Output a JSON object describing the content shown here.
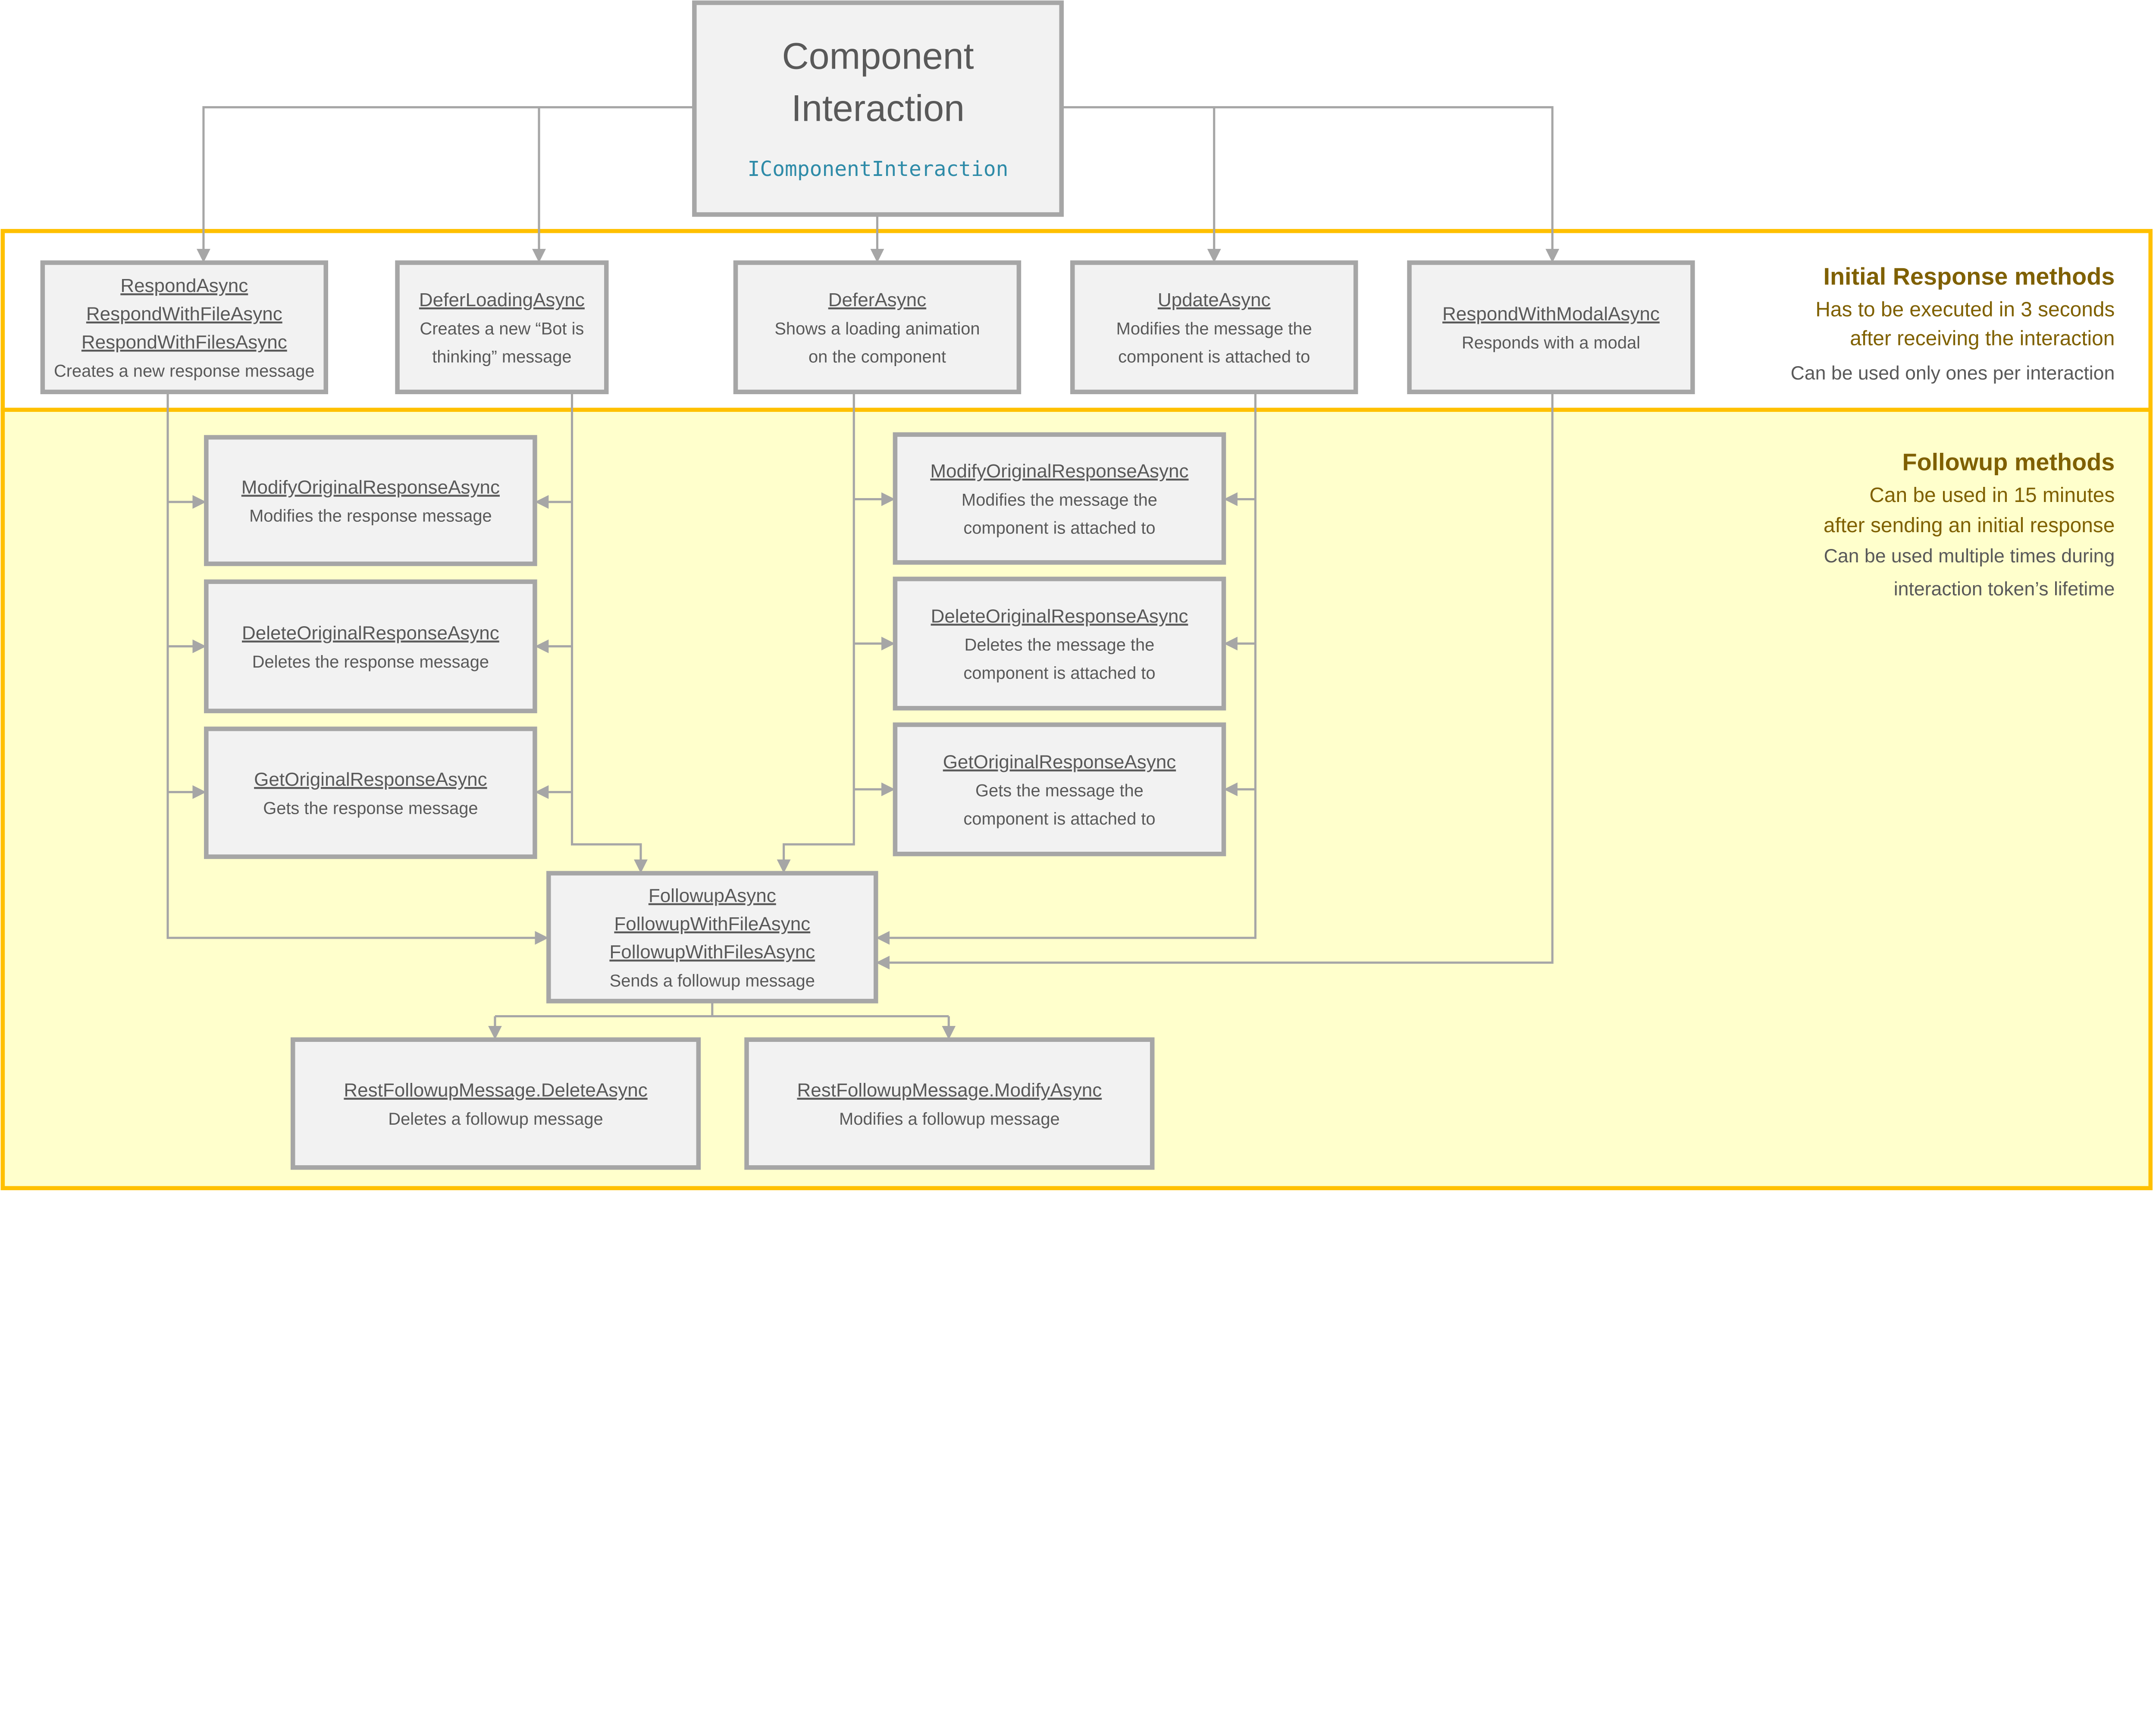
{
  "colors": {
    "section_border": "#FFC000",
    "followup_bg": "#FFFFCC",
    "box_fill": "#F2F2F2",
    "box_border": "#A6A6A6",
    "text": "#595959",
    "heading": "#7F6000",
    "code": "#2E8BA8"
  },
  "root": {
    "title_lines": [
      "Component",
      "Interaction"
    ],
    "interface": "IComponentInteraction"
  },
  "initial_section": {
    "heading": "Initial Response methods",
    "notes_accent": [
      "Has to be executed in 3 seconds",
      "after receiving the interaction"
    ],
    "note": "Can be used only ones per interaction"
  },
  "followup_section": {
    "heading": "Followup methods",
    "notes_accent": [
      "Can be used in 15 minutes",
      "after sending an initial response"
    ],
    "notes": [
      "Can be used multiple times during",
      "interaction token’s lifetime"
    ]
  },
  "boxes": {
    "respond": {
      "methods": [
        "RespondAsync",
        "RespondWithFileAsync",
        "RespondWithFilesAsync"
      ],
      "desc": [
        "Creates a new response message"
      ]
    },
    "defer_loading": {
      "methods": [
        "DeferLoadingAsync"
      ],
      "desc": [
        "Creates a new “Bot is",
        "thinking” message"
      ]
    },
    "defer": {
      "methods": [
        "DeferAsync"
      ],
      "desc": [
        "Shows a loading animation",
        "on the component"
      ]
    },
    "update": {
      "methods": [
        "UpdateAsync"
      ],
      "desc": [
        "Modifies the message the",
        "component is attached to"
      ]
    },
    "modal": {
      "methods": [
        "RespondWithModalAsync"
      ],
      "desc": [
        "Responds with a modal"
      ]
    },
    "left_modify": {
      "methods": [
        "ModifyOriginalResponseAsync"
      ],
      "desc": [
        "Modifies the response message"
      ]
    },
    "left_delete": {
      "methods": [
        "DeleteOriginalResponseAsync"
      ],
      "desc": [
        "Deletes the response message"
      ]
    },
    "left_get": {
      "methods": [
        "GetOriginalResponseAsync"
      ],
      "desc": [
        "Gets the response message"
      ]
    },
    "right_modify": {
      "methods": [
        "ModifyOriginalResponseAsync"
      ],
      "desc": [
        "Modifies the message the",
        "component is attached to"
      ]
    },
    "right_delete": {
      "methods": [
        "DeleteOriginalResponseAsync"
      ],
      "desc": [
        "Deletes the message the",
        "component is attached to"
      ]
    },
    "right_get": {
      "methods": [
        "GetOriginalResponseAsync"
      ],
      "desc": [
        "Gets  the message the",
        "component is attached to"
      ]
    },
    "followup": {
      "methods": [
        "FollowupAsync",
        "FollowupWithFileAsync",
        "FollowupWithFilesAsync"
      ],
      "desc": [
        "Sends a followup message"
      ]
    },
    "rest_delete": {
      "methods": [
        "RestFollowupMessage.DeleteAsync"
      ],
      "desc": [
        "Deletes a followup message"
      ]
    },
    "rest_modify": {
      "methods": [
        "RestFollowupMessage.ModifyAsync"
      ],
      "desc": [
        "Modifies a followup message"
      ]
    }
  }
}
